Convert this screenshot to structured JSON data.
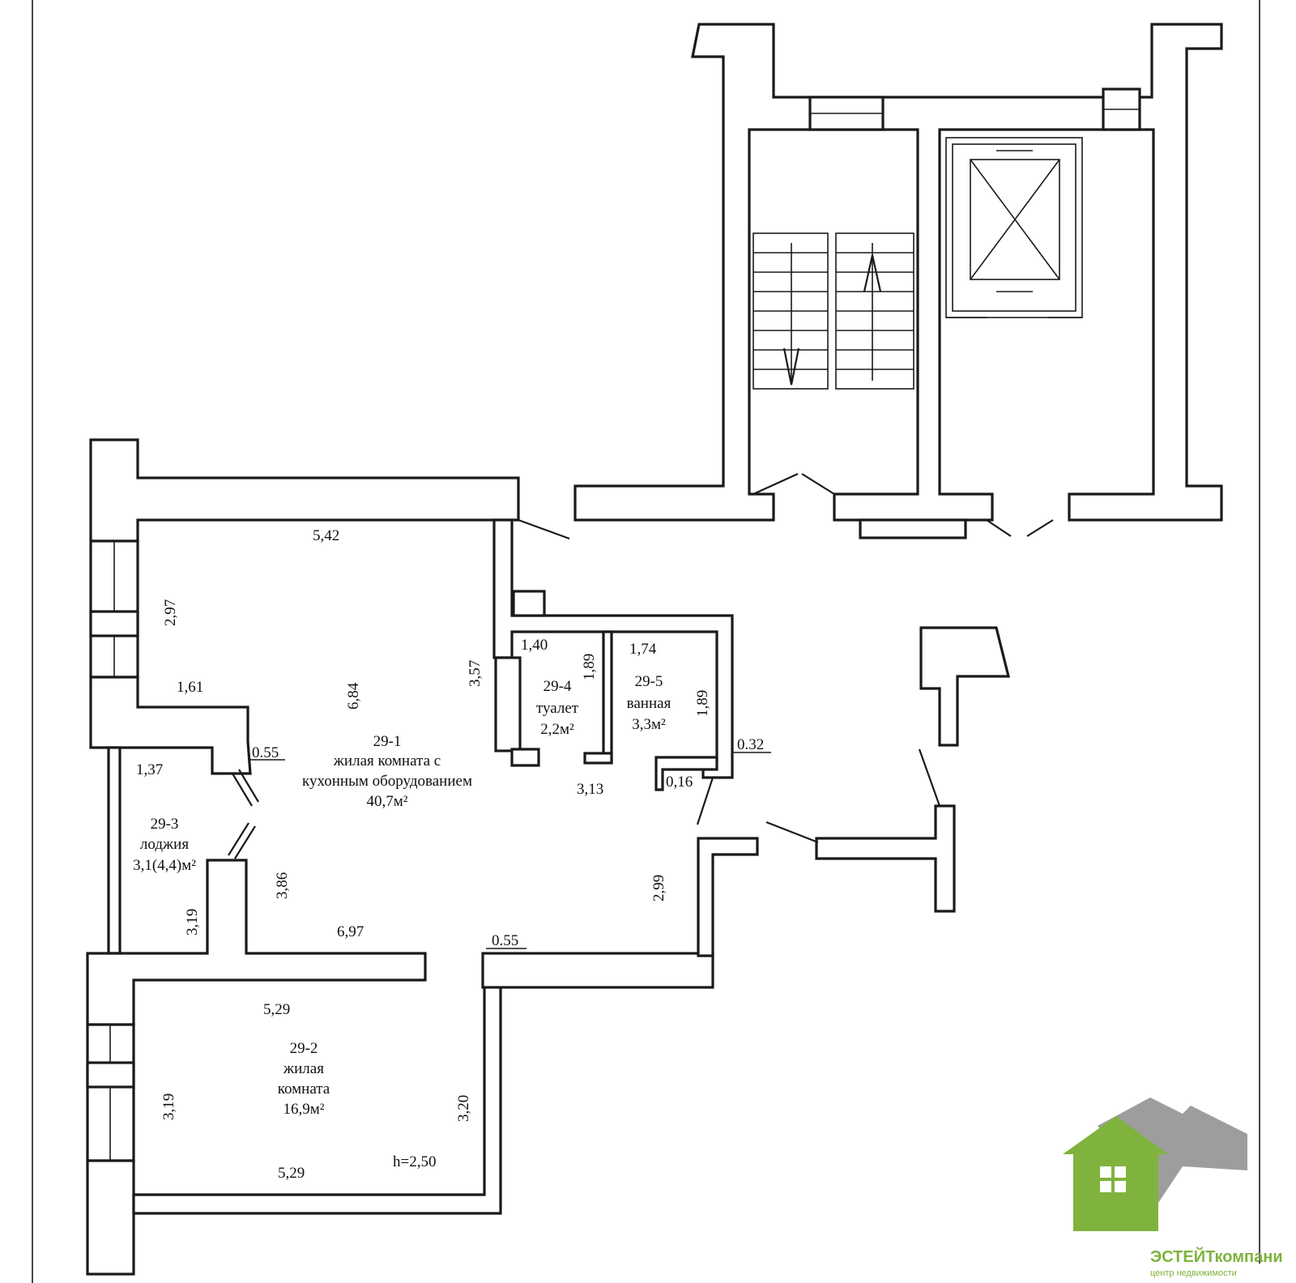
{
  "rooms": {
    "r1": {
      "id": "29-1",
      "name_line1": "жилая комната с",
      "name_line2": "кухонным оборудованием",
      "area": "40,7м²"
    },
    "r2": {
      "id": "29-2",
      "name_line1": "жилая",
      "name_line2": "комната",
      "area": "16,9м²"
    },
    "r3": {
      "id": "29-3",
      "name": "лоджия",
      "area": "3,1(4,4)м²"
    },
    "r4": {
      "id": "29-4",
      "name": "туалет",
      "area": "2,2м²"
    },
    "r5": {
      "id": "29-5",
      "name": "ванная",
      "area": "3,3м²"
    }
  },
  "dimensions": {
    "d542": "5,42",
    "d297": "2,97",
    "d161": "1,61",
    "d684": "6,84",
    "d055a": "0.55",
    "d137": "1,37",
    "d357": "3,57",
    "d140": "1,40",
    "d189a": "1,89",
    "d174": "1,74",
    "d189b": "1,89",
    "d032": "0.32",
    "d016": "0,16",
    "d313": "3,13",
    "d386": "3,86",
    "d319a": "3,19",
    "d697": "6,97",
    "d055b": "0.55",
    "d299": "2,99",
    "d529a": "5,29",
    "d319b": "3,19",
    "d320": "3,20",
    "d529b": "5,29",
    "height": "h=2,50"
  },
  "logo": {
    "title": "ЭСТЕЙТкомпани",
    "subtitle": "центр недвижимости",
    "colors": {
      "green": "#7fb33d",
      "grey": "#8c8c8c"
    }
  }
}
